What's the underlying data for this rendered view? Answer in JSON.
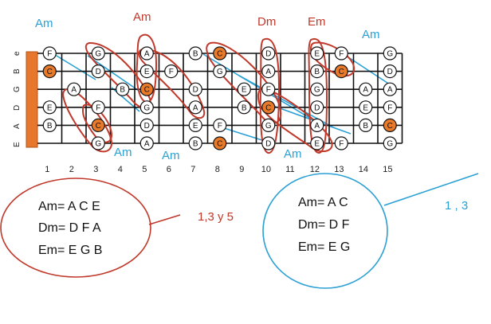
{
  "colors": {
    "red": "#c0392b",
    "blue": "#2aa0d4",
    "orange": "#e87a2a",
    "grid": "#111111",
    "nut": "#e8772e"
  },
  "string_labels": [
    "E",
    "A",
    "D",
    "G",
    "B",
    "e"
  ],
  "fret_numbers": [
    "1",
    "2",
    "3",
    "4",
    "5",
    "6",
    "7",
    "8",
    "9",
    "10",
    "11",
    "12",
    "13",
    "14",
    "15"
  ],
  "top_labels": [
    {
      "text": "Am",
      "color": "blue"
    },
    {
      "text": "Am",
      "color": "red"
    },
    {
      "text": "Dm",
      "color": "red"
    },
    {
      "text": "Em",
      "color": "red"
    },
    {
      "text": "Am",
      "color": "blue"
    }
  ],
  "bottom_labels": [
    "Am",
    "Am",
    "Am"
  ],
  "notes": [
    {
      "string": 0,
      "fret": 1,
      "label": "F"
    },
    {
      "string": 0,
      "fret": 3,
      "label": "G"
    },
    {
      "string": 0,
      "fret": 5,
      "label": "A"
    },
    {
      "string": 0,
      "fret": 7,
      "label": "B"
    },
    {
      "string": 0,
      "fret": 8,
      "label": "C",
      "highlight": true
    },
    {
      "string": 0,
      "fret": 10,
      "label": "D"
    },
    {
      "string": 0,
      "fret": 12,
      "label": "E"
    },
    {
      "string": 0,
      "fret": 13,
      "label": "F"
    },
    {
      "string": 0,
      "fret": 15,
      "label": "G"
    },
    {
      "string": 1,
      "fret": 1,
      "label": "C",
      "highlight": true
    },
    {
      "string": 1,
      "fret": 3,
      "label": "D"
    },
    {
      "string": 1,
      "fret": 5,
      "label": "E"
    },
    {
      "string": 1,
      "fret": 6,
      "label": "F"
    },
    {
      "string": 1,
      "fret": 8,
      "label": "G"
    },
    {
      "string": 1,
      "fret": 10,
      "label": "A"
    },
    {
      "string": 1,
      "fret": 12,
      "label": "B"
    },
    {
      "string": 1,
      "fret": 13,
      "label": "C",
      "highlight": true
    },
    {
      "string": 1,
      "fret": 15,
      "label": "D"
    },
    {
      "string": 2,
      "fret": 2,
      "label": "A"
    },
    {
      "string": 2,
      "fret": 4,
      "label": "B"
    },
    {
      "string": 2,
      "fret": 5,
      "label": "C",
      "highlight": true
    },
    {
      "string": 2,
      "fret": 7,
      "label": "D"
    },
    {
      "string": 2,
      "fret": 9,
      "label": "E"
    },
    {
      "string": 2,
      "fret": 10,
      "label": "F"
    },
    {
      "string": 2,
      "fret": 12,
      "label": "G"
    },
    {
      "string": 2,
      "fret": 14,
      "label": "A"
    },
    {
      "string": 2,
      "fret": 15,
      "label": "A"
    },
    {
      "string": 3,
      "fret": 1,
      "label": "E"
    },
    {
      "string": 3,
      "fret": 3,
      "label": "F"
    },
    {
      "string": 3,
      "fret": 5,
      "label": "G"
    },
    {
      "string": 3,
      "fret": 7,
      "label": "A"
    },
    {
      "string": 3,
      "fret": 9,
      "label": "B"
    },
    {
      "string": 3,
      "fret": 10,
      "label": "C",
      "highlight": true
    },
    {
      "string": 3,
      "fret": 12,
      "label": "D"
    },
    {
      "string": 3,
      "fret": 14,
      "label": "E"
    },
    {
      "string": 3,
      "fret": 15,
      "label": "F"
    },
    {
      "string": 4,
      "fret": 1,
      "label": "B"
    },
    {
      "string": 4,
      "fret": 3,
      "label": "C",
      "highlight": true
    },
    {
      "string": 4,
      "fret": 5,
      "label": "D"
    },
    {
      "string": 4,
      "fret": 7,
      "label": "E"
    },
    {
      "string": 4,
      "fret": 8,
      "label": "F"
    },
    {
      "string": 4,
      "fret": 10,
      "label": "G"
    },
    {
      "string": 4,
      "fret": 12,
      "label": "A"
    },
    {
      "string": 4,
      "fret": 14,
      "label": "B"
    },
    {
      "string": 4,
      "fret": 15,
      "label": "C",
      "highlight": true
    },
    {
      "string": 5,
      "fret": 3,
      "label": "G"
    },
    {
      "string": 5,
      "fret": 5,
      "label": "A"
    },
    {
      "string": 5,
      "fret": 7,
      "label": "B"
    },
    {
      "string": 5,
      "fret": 8,
      "label": "C",
      "highlight": true
    },
    {
      "string": 5,
      "fret": 10,
      "label": "D"
    },
    {
      "string": 5,
      "fret": 12,
      "label": "E"
    },
    {
      "string": 5,
      "fret": 13,
      "label": "F"
    },
    {
      "string": 5,
      "fret": 15,
      "label": "G"
    }
  ],
  "left_chords": [
    "Am= A C E",
    "Dm= D F A",
    "Em= E G B"
  ],
  "left_note": "1,3 y 5",
  "right_chords": [
    "Am= A C",
    "Dm= D F",
    "Em= E G"
  ],
  "right_note": "1 , 3"
}
